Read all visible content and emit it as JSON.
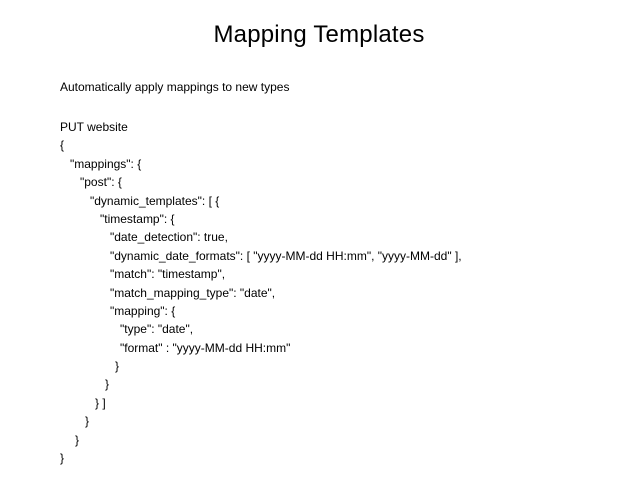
{
  "slide": {
    "title": "Mapping Templates",
    "subtitle": "Automatically apply mappings to new types",
    "code_lines": [
      {
        "indent": 0,
        "text": "PUT website"
      },
      {
        "indent": 0,
        "text": "{"
      },
      {
        "indent": 1,
        "text": "\"mappings\": {"
      },
      {
        "indent": 2,
        "text": "\"post\": {"
      },
      {
        "indent": 3,
        "text": "\"dynamic_templates\": [ {"
      },
      {
        "indent": 4,
        "text": "\"timestamp\": {"
      },
      {
        "indent": 5,
        "text": "\"date_detection\": true,"
      },
      {
        "indent": 5,
        "text": "\"dynamic_date_formats\": [ \"yyyy-MM-dd HH:mm\", \"yyyy-MM-dd\" ],"
      },
      {
        "indent": 5,
        "text": "\"match\": \"timestamp\","
      },
      {
        "indent": 5,
        "text": "\"match_mapping_type\": \"date\","
      },
      {
        "indent": 5,
        "text": "\"mapping\": {"
      },
      {
        "indent": 6,
        "text": "\"type\": \"date\","
      },
      {
        "indent": 6,
        "text": "\"format\" : \"yyyy-MM-dd HH:mm\""
      },
      {
        "indent": 5.5,
        "text": "}"
      },
      {
        "indent": 4.5,
        "text": "}"
      },
      {
        "indent": 3.5,
        "text": "} ]"
      },
      {
        "indent": 2.5,
        "text": "}"
      },
      {
        "indent": 1.5,
        "text": "}"
      },
      {
        "indent": 0,
        "text": "}"
      }
    ]
  }
}
